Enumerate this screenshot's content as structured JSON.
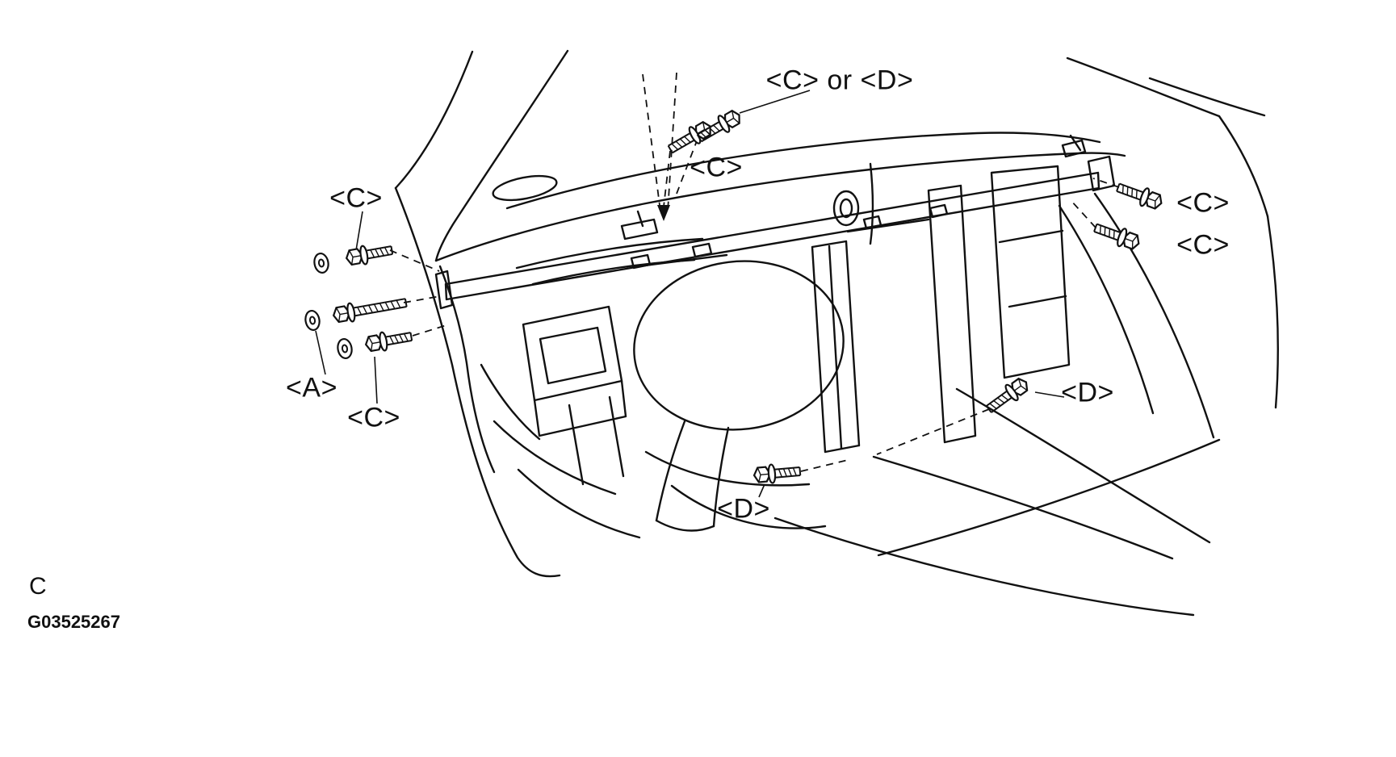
{
  "figure": {
    "panel_label": "C",
    "image_id": "G03525267"
  },
  "callouts": {
    "top": "<C> or <D>",
    "airbag_center": "<C>",
    "left_upper": "<C>",
    "left_a": "<A>",
    "left_lower": "<C>",
    "right_upper": "<C>",
    "right_lower": "<C>",
    "right_d": "<D>",
    "bottom_d": "<D>"
  },
  "icons": {
    "bolt": "flange-hex-bolt-icon",
    "washer": "washer-icon",
    "arrow": "down-arrow-icon"
  },
  "colors": {
    "line": "#111111",
    "background": "#ffffff"
  }
}
